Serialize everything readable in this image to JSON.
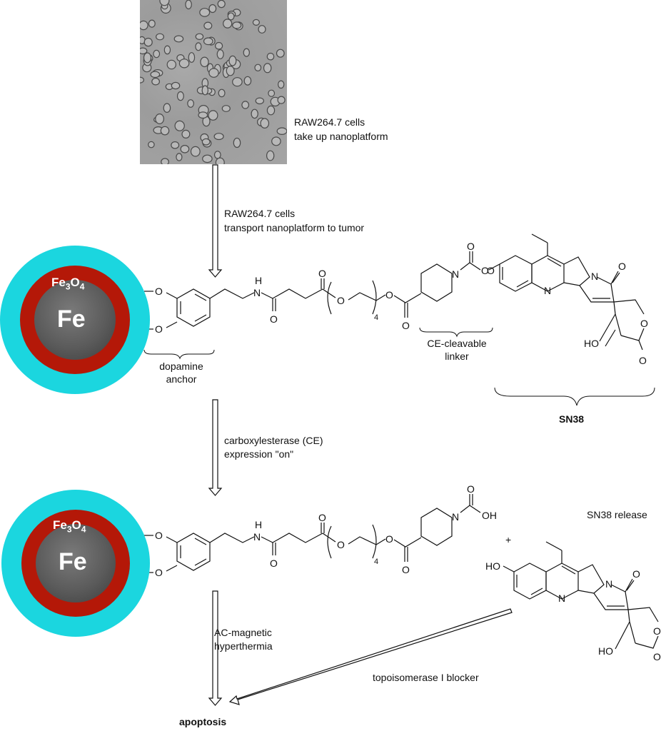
{
  "cells_image": {
    "description": "microscopy image of RAW264.7 cells",
    "label_line1": "RAW264.7 cells",
    "label_line2": "take up nanoplatform"
  },
  "step1": {
    "line1": "RAW264.7 cells",
    "line2": "transport nanoplatform to tumor"
  },
  "nanoparticle": {
    "core_label": "Fe",
    "shell_label_main": "Fe",
    "shell_sub1": "3",
    "shell_mid": "O",
    "shell_sub2": "4",
    "colors": {
      "shell": "#1bd6df",
      "oxide": "#b41808",
      "core": "#5b5b5b"
    }
  },
  "molecule_top": {
    "atoms": {
      "O1": "O",
      "O2": "O",
      "NH_H": "H",
      "NH_N": "N",
      "amide_O": "O",
      "ester_O": "O",
      "peg_O": "O",
      "repeat": "4",
      "link_O": "O",
      "link_carbonyl_O": "O",
      "pip_N": "N",
      "carbamate_O": "O",
      "carbamate_O2": "O"
    },
    "brace_dopamine": {
      "line1": "dopamine",
      "line2": "anchor"
    },
    "brace_linker": {
      "line1": "CE-cleavable",
      "line2": "linker"
    },
    "brace_sn38": "SN38"
  },
  "sn38_atoms": {
    "N1": "N",
    "N2": "N",
    "O_ketone": "O",
    "O_ring": "O",
    "O_lactone": "O",
    "HO": "HO"
  },
  "step2": {
    "line1": "carboxylesterase (CE)",
    "line2": "expression \"on\""
  },
  "molecule_bottom": {
    "acid_O": "O",
    "acid_OH": "OH",
    "plus": "+",
    "release_label": "SN38 release",
    "free_HO": "HO"
  },
  "step3": {
    "line1": "AC-magnetic",
    "line2": "hyperthermia"
  },
  "step4": {
    "label": "topoisomerase I blocker"
  },
  "outcome": "apoptosis"
}
